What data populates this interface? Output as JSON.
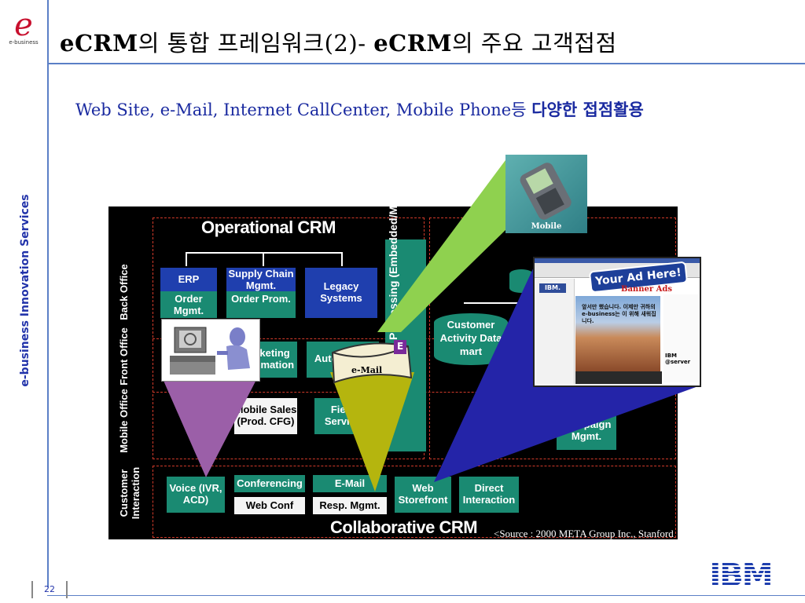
{
  "slide": {
    "logo_mark": "e",
    "logo_sub": "e-business",
    "title_b1": "eCRM",
    "title_t1": "의 통합 프레임워크(2)- ",
    "title_b2": "eCRM",
    "title_t2": "의 주요 고객접점",
    "subtitle_plain": "Web Site, e-Mail, Internet CallCenter, Mobile  Phone등 ",
    "subtitle_bold": "다양한 접점활용",
    "side_label": "e-business Innovation Services",
    "page_number": "22",
    "ibm_logo": "IBM"
  },
  "colors": {
    "accent_blue": "#2233aa",
    "rule_blue": "#5b7fc6",
    "logo_red": "#c8102e",
    "diagram_blue": "#1f3fae",
    "diagram_teal": "#1a8a72",
    "frame_red": "#d23a2a",
    "callout_green": "#8fd14f",
    "callout_olive": "#b5b50e",
    "callout_purple": "#9b5fa8",
    "callout_navy": "#2424a8"
  },
  "diagram": {
    "operational_title": "Operational CRM",
    "collaborative_title": "Collaborative CRM",
    "source": "<Source : 2000 META Group Inc., Stanford",
    "rows": {
      "back": "Back Office",
      "front": "Front Office",
      "mobile": "Mobile Office",
      "customer": "Customer Interaction"
    },
    "boxes": {
      "erp": "ERP",
      "order_mgmt": "Order Mgmt.",
      "scm": "Supply Chain Mgmt.",
      "order_prom": "Order Prom.",
      "legacy": "Legacy Systems",
      "marketing": "Marketing Automation",
      "auto": "Automation",
      "mobile_sales": "Mobile Sales (Prod. CFG)",
      "field_service": "Field Service",
      "campaign": "Campaign Mgmt.",
      "customer_activity": "Customer Activity Data mart",
      "voice": "Voice (IVR, ACD)",
      "conferencing": "Conferencing",
      "web_conf": "Web Conf",
      "email": "E-Mail",
      "resp_mgmt": "Resp. Mgmt.",
      "web_storefront": "Web Storefront",
      "direct": "Direct Interaction",
      "processing": "Processing (Embedded/Mobile)"
    }
  },
  "callouts": {
    "mobile_label": "Mobile",
    "email_label": "e-Mail",
    "banner_label": "Banner Ads",
    "email_badge": "E",
    "web": {
      "ad": "Your Ad Here!",
      "ibm": "IBM.",
      "body": "앞서만 했습니다. 이제만 귀하의 e-business는 이 위해 새워집니다.",
      "server": "IBM @server"
    }
  }
}
